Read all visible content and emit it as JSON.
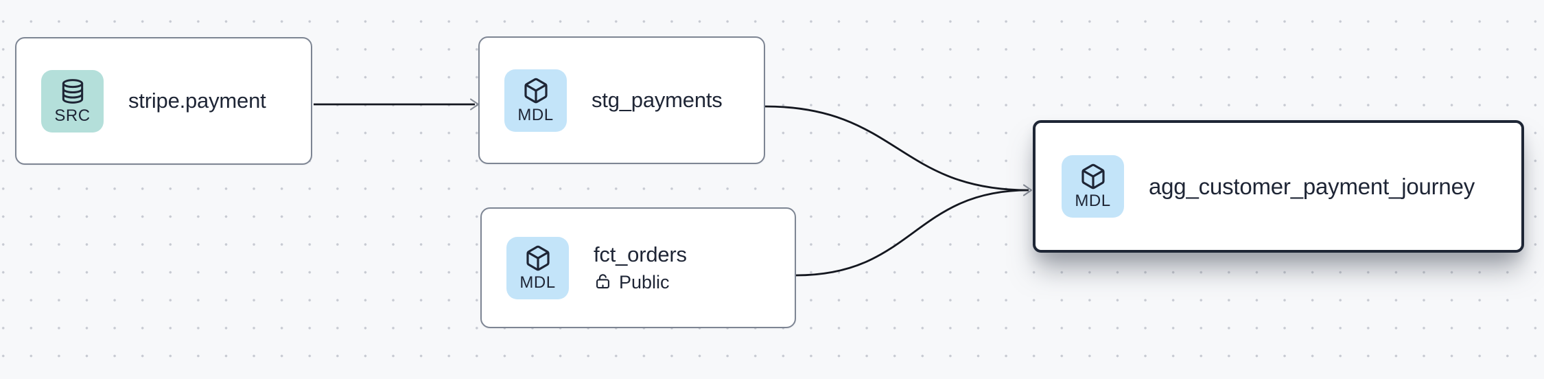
{
  "colors": {
    "background": "#f7f8fa",
    "dot": "#c7cad2",
    "node_bg": "#ffffff",
    "node_border": "#7d8593",
    "selected_border": "#1e2635",
    "text": "#1e2535",
    "edge": "#14171f",
    "arrowhead": "#898e98",
    "src_badge_bg": "#b4dfda",
    "mdl_badge_bg": "#c3e4f9"
  },
  "nodes": [
    {
      "label": "stripe.payment",
      "badge": "SRC",
      "type": "source",
      "icon": "database-icon",
      "selected": false
    },
    {
      "label": "stg_payments",
      "badge": "MDL",
      "type": "model",
      "icon": "box-icon",
      "selected": false
    },
    {
      "label": "fct_orders",
      "badge": "MDL",
      "type": "model",
      "icon": "box-icon",
      "access": "Public",
      "access_icon": "unlock-icon",
      "selected": false
    },
    {
      "label": "agg_customer_payment_journey",
      "badge": "MDL",
      "type": "model",
      "icon": "box-icon",
      "selected": true
    }
  ],
  "edges": [
    {
      "from": "stripe.payment",
      "to": "stg_payments"
    },
    {
      "from": "stg_payments",
      "to": "agg_customer_payment_journey"
    },
    {
      "from": "fct_orders",
      "to": "agg_customer_payment_journey"
    }
  ]
}
